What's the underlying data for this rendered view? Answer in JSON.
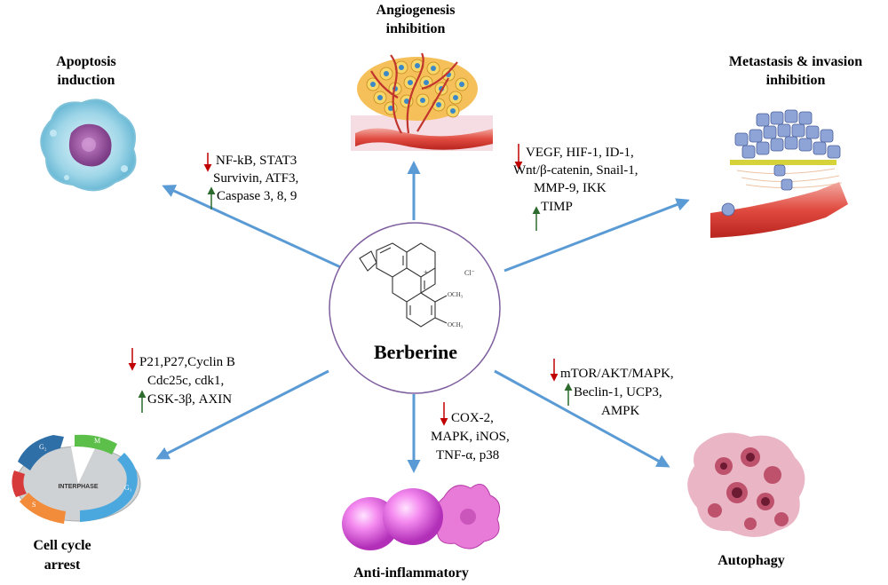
{
  "center": {
    "label": "Berberine",
    "molecule": {
      "counter_ion": "Cl⁻",
      "charge": "+",
      "methoxy_top": "OCH₃",
      "methoxy_bottom": "OCH₃"
    }
  },
  "effects": {
    "apoptosis": {
      "title_line1": "Apoptosis",
      "title_line2": "induction",
      "markers": [
        "NF-kB, STAT3",
        "Survivin, ATF3,",
        "Caspase 3, 8, 9"
      ]
    },
    "angiogenesis": {
      "title_line1": "Angiogenesis",
      "title_line2": "inhibition"
    },
    "metastasis": {
      "title_line1": "Metastasis & invasion",
      "title_line2": "inhibition",
      "markers": [
        "VEGF, HIF-1, ID-1,",
        "Wnt/β-catenin, Snail-1,",
        "MMP-9, IKK",
        "TIMP"
      ]
    },
    "cell_cycle": {
      "title_line1": "Cell cycle",
      "title_line2": "arrest",
      "markers": [
        "P21,P27,Cyclin B",
        "Cdc25c, cdk1,",
        "GSK-3β, AXIN"
      ],
      "diagram": {
        "interphase": "INTERPHASE",
        "phase_g2": "G₂",
        "phase_m": "M",
        "phase_g1": "G₁",
        "phase_s": "S"
      }
    },
    "anti_inflammatory": {
      "title": "Anti-inflammatory",
      "markers": [
        "COX-2,",
        "MAPK, iNOS,",
        "TNF-α, p38"
      ]
    },
    "autophagy": {
      "title": "Autophagy",
      "markers": [
        "mTOR/AKT/MAPK,",
        "Beclin-1, UCP3,",
        "AMPK"
      ]
    }
  },
  "colors": {
    "arrow": "#5b9bd5",
    "circle": "#7f5f9f",
    "down_arrow": "#c00000",
    "up_arrow": "#2e6b2e"
  }
}
